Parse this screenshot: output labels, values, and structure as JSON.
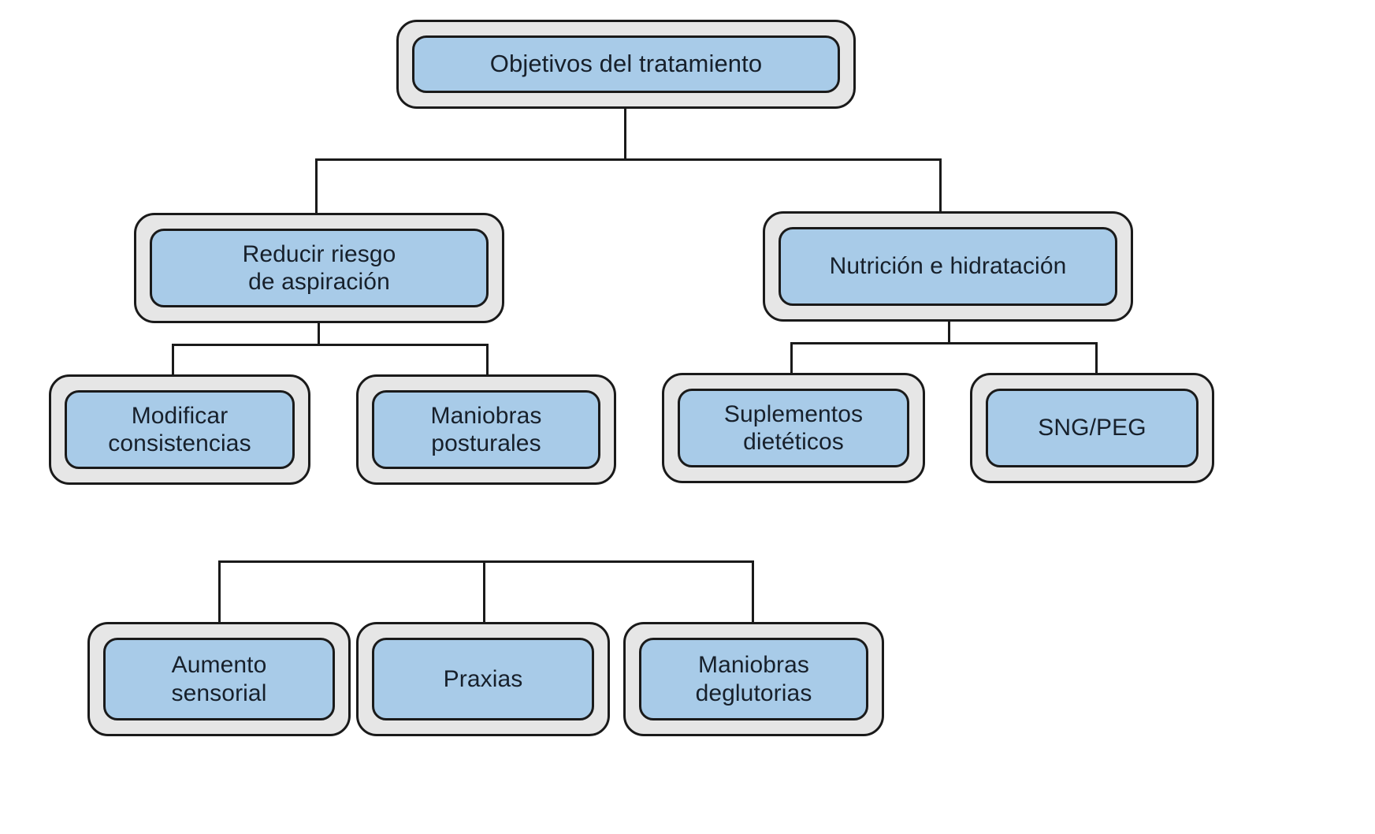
{
  "diagram": {
    "title": "Objetivos del tratamiento",
    "language": "es",
    "style": {
      "node_fill": "#a8cbe8",
      "node_frame_fill": "#e6e6e6",
      "border_color": "#1a1a1a",
      "text_color": "#17202b",
      "background": "#ffffff",
      "connector_color": "#1a1a1a"
    }
  },
  "nodes": {
    "root": {
      "label": "Objetivos del tratamiento"
    },
    "branch_left": {
      "label": "Reducir riesgo\nde aspiración"
    },
    "branch_right": {
      "label": "Nutrición e hidratación"
    },
    "leaf_modificar": {
      "label": "Modificar\nconsistencias"
    },
    "leaf_posturales": {
      "label": "Maniobras\nposturales"
    },
    "leaf_suplementos": {
      "label": "Suplementos\ndietéticos"
    },
    "leaf_sng_peg": {
      "label": "SNG/PEG"
    },
    "leaf_sensorial": {
      "label": "Aumento\nsensorial"
    },
    "leaf_praxias": {
      "label": "Praxias"
    },
    "leaf_deglutorias": {
      "label": "Maniobras\ndeglutorias"
    }
  },
  "edges": [
    {
      "from": "root",
      "to": "branch_left"
    },
    {
      "from": "root",
      "to": "branch_right"
    },
    {
      "from": "branch_left",
      "to": "leaf_modificar"
    },
    {
      "from": "branch_left",
      "to": "leaf_posturales"
    },
    {
      "from": "branch_right",
      "to": "leaf_suplementos"
    },
    {
      "from": "branch_right",
      "to": "leaf_sng_peg"
    },
    {
      "from": "group_lower",
      "to": "leaf_sensorial"
    },
    {
      "from": "group_lower",
      "to": "leaf_praxias"
    },
    {
      "from": "group_lower",
      "to": "leaf_deglutorias"
    }
  ]
}
